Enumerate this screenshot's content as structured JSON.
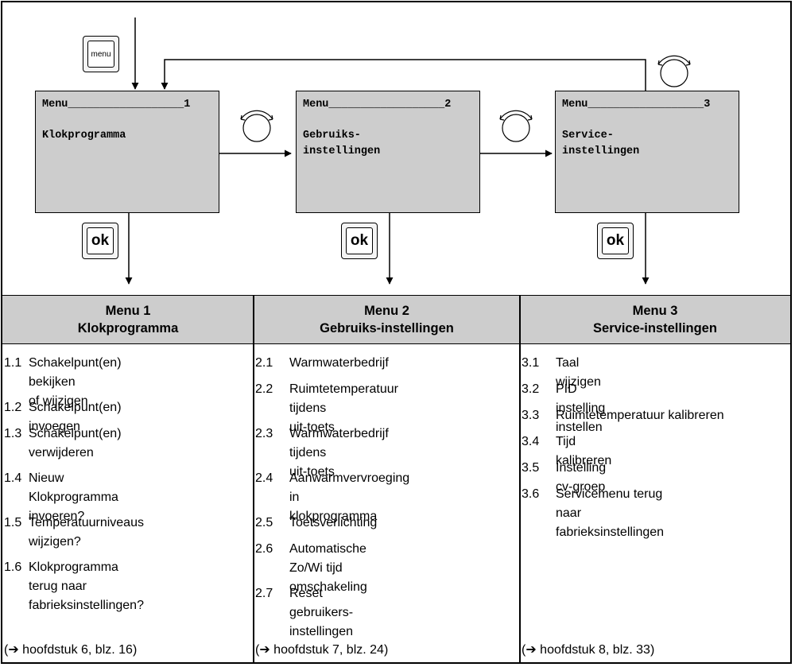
{
  "screens": [
    {
      "header": "Menu__________________1",
      "label": "Klokprogramma"
    },
    {
      "header": "Menu__________________2",
      "label": "Gebruiks-\ninstellingen"
    },
    {
      "header": "Menu__________________3",
      "label": "Service-\ninstellingen"
    }
  ],
  "keys": {
    "menu": "menu",
    "ok": "ok"
  },
  "columns": [
    {
      "title": "Menu 1",
      "subtitle": "Klokprogramma",
      "items": [
        {
          "num": "1.1",
          "text": "Schakelpunt(en) bekijken\nof wijzigen"
        },
        {
          "num": "1.2",
          "text": "Schakelpunt(en) invoegen"
        },
        {
          "num": "1.3",
          "text": "Schakelpunt(en)\nverwijderen"
        },
        {
          "num": "1.4",
          "text": "Nieuw Klokprogramma\ninvoeren?"
        },
        {
          "num": "1.5",
          "text": "Temperatuurniveaus\nwijzigen?"
        },
        {
          "num": "1.6",
          "text": "Klokprogramma terug naar\nfabrieksinstellingen?"
        }
      ],
      "ref": "(➔ hoofdstuk 6, blz. 16)"
    },
    {
      "title": "Menu 2",
      "subtitle": "Gebruiks-instellingen",
      "items": [
        {
          "num": "2.1",
          "text": "Warmwaterbedrijf"
        },
        {
          "num": "2.2",
          "text": "Ruimtetemperatuur tijdens\nuit-toets"
        },
        {
          "num": "2.3",
          "text": "Warmwaterbedrijf tijdens\nuit-toets"
        },
        {
          "num": "2.4",
          "text": "Aanwarmvervroeging in\nklokprogramma"
        },
        {
          "num": "2.5",
          "text": "Toetsverlichting"
        },
        {
          "num": "2.6",
          "text": "Automatische Zo/Wi tijd\nomschakeling"
        },
        {
          "num": "2.7",
          "text": "Reset gebruikers-\ninstellingen"
        }
      ],
      "ref": "(➔ hoofdstuk 7, blz. 24)"
    },
    {
      "title": "Menu 3",
      "subtitle": "Service-instellingen",
      "items": [
        {
          "num": "3.1",
          "text": "Taal wijzigen"
        },
        {
          "num": "3.2",
          "text": "PID instelling instellen"
        },
        {
          "num": "3.3",
          "text": "Ruimtetemperatuur kalibreren"
        },
        {
          "num": "3.4",
          "text": "Tijd kalibreren"
        },
        {
          "num": "3.5",
          "text": "Instelling cv-groep"
        },
        {
          "num": "3.6",
          "text": "Servicemenu terug naar\nfabrieksinstellingen"
        }
      ],
      "ref": "(➔ hoofdstuk 8, blz. 33)"
    }
  ]
}
